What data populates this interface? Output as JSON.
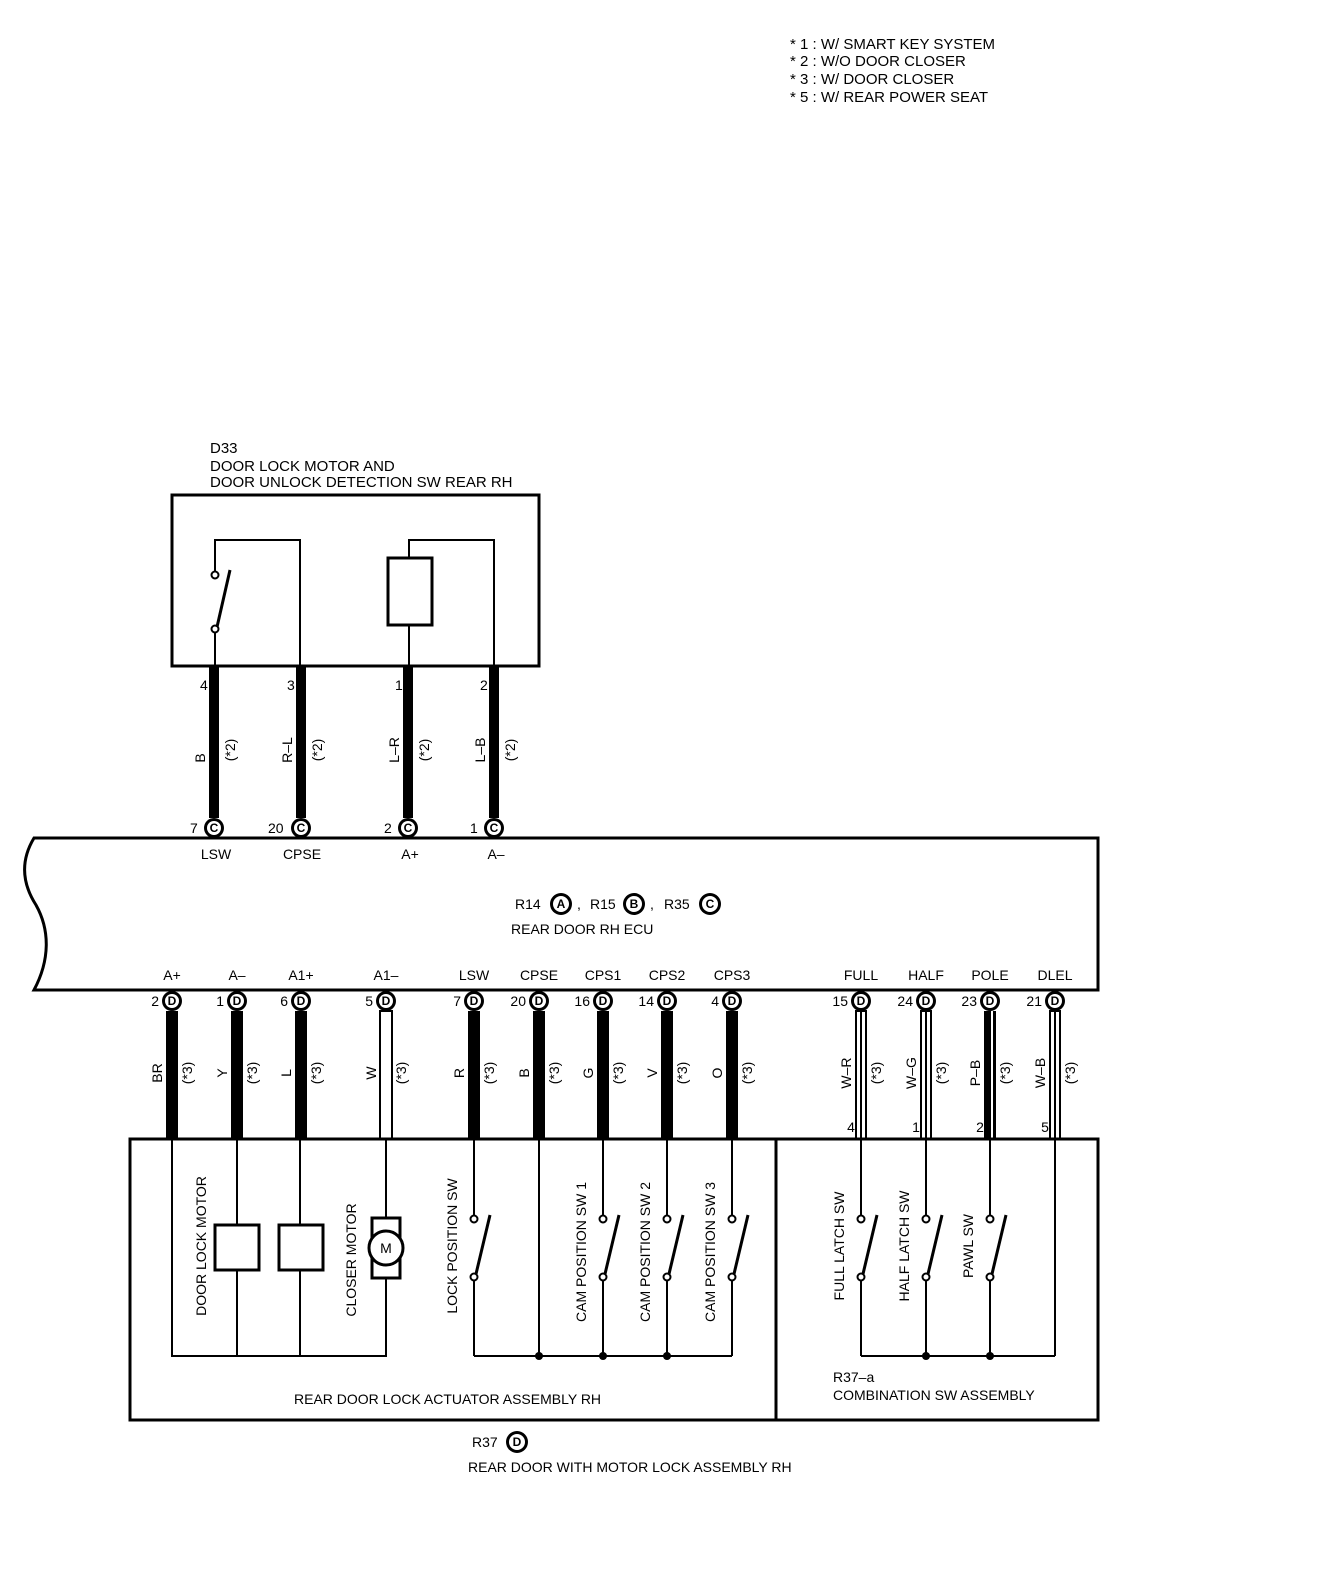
{
  "notes": [
    "* 1 : W/ SMART KEY SYSTEM",
    "* 2 : W/O DOOR CLOSER",
    "* 3 : W/ DOOR CLOSER",
    "* 5 : W/ REAR POWER SEAT"
  ],
  "d33": {
    "id": "D33",
    "title1": "DOOR LOCK MOTOR AND",
    "title2": "DOOR UNLOCK DETECTION SW REAR RH",
    "wires": [
      {
        "pin": "4",
        "color": "B",
        "note": "(*2)",
        "ecu_pin": "7",
        "conn": "C",
        "signal": "LSW"
      },
      {
        "pin": "3",
        "color": "R–L",
        "note": "(*2)",
        "ecu_pin": "20",
        "conn": "C",
        "signal": "CPSE"
      },
      {
        "pin": "1",
        "color": "L–R",
        "note": "(*2)",
        "ecu_pin": "2",
        "conn": "C",
        "signal": "A+"
      },
      {
        "pin": "2",
        "color": "L–B",
        "note": "(*2)",
        "ecu_pin": "1",
        "conn": "C",
        "signal": "A–"
      }
    ]
  },
  "ecu": {
    "ref1": "R14",
    "conn1": "A",
    "ref2": "R15",
    "conn2": "B",
    "ref3": "R35",
    "conn3": "C",
    "sep": ",",
    "name": "REAR DOOR RH ECU"
  },
  "bottom_wires": [
    {
      "signal": "A+",
      "ecu_pin": "2",
      "conn": "D",
      "color": "BR",
      "note": "(*3)"
    },
    {
      "signal": "A–",
      "ecu_pin": "1",
      "conn": "D",
      "color": "Y",
      "note": "(*3)"
    },
    {
      "signal": "A1+",
      "ecu_pin": "6",
      "conn": "D",
      "color": "L",
      "note": "(*3)"
    },
    {
      "signal": "A1–",
      "ecu_pin": "5",
      "conn": "D",
      "color": "W",
      "note": "(*3)"
    },
    {
      "signal": "LSW",
      "ecu_pin": "7",
      "conn": "D",
      "color": "R",
      "note": "(*3)"
    },
    {
      "signal": "CPSE",
      "ecu_pin": "20",
      "conn": "D",
      "color": "B",
      "note": "(*3)"
    },
    {
      "signal": "CPS1",
      "ecu_pin": "16",
      "conn": "D",
      "color": "G",
      "note": "(*3)"
    },
    {
      "signal": "CPS2",
      "ecu_pin": "14",
      "conn": "D",
      "color": "V",
      "note": "(*3)"
    },
    {
      "signal": "CPS3",
      "ecu_pin": "4",
      "conn": "D",
      "color": "O",
      "note": "(*3)"
    },
    {
      "signal": "FULL",
      "ecu_pin": "15",
      "conn": "D",
      "color": "W–R",
      "note": "(*3)",
      "pin": "4"
    },
    {
      "signal": "HALF",
      "ecu_pin": "24",
      "conn": "D",
      "color": "W–G",
      "note": "(*3)",
      "pin": "1"
    },
    {
      "signal": "POLE",
      "ecu_pin": "23",
      "conn": "D",
      "color": "P–B",
      "note": "(*3)",
      "pin": "2"
    },
    {
      "signal": "DLEL",
      "ecu_pin": "21",
      "conn": "D",
      "color": "W–B",
      "note": "(*3)",
      "pin": "5"
    }
  ],
  "actuator": {
    "components": [
      "DOOR LOCK MOTOR",
      "CLOSER MOTOR",
      "LOCK POSITION SW",
      "CAM POSITION SW 1",
      "CAM POSITION SW 2",
      "CAM POSITION SW 3"
    ],
    "motor_symbol": "M",
    "name": "REAR DOOR LOCK ACTUATOR ASSEMBLY RH"
  },
  "combo": {
    "components": [
      "FULL LATCH SW",
      "HALF LATCH SW",
      "PAWL SW"
    ],
    "id": "R37–a",
    "name": "COMBINATION SW ASSEMBLY"
  },
  "assembly": {
    "ref": "R37",
    "conn": "D",
    "name": "REAR DOOR WITH MOTOR LOCK ASSEMBLY RH"
  },
  "colors": {
    "ink": "#000000",
    "paper": "#ffffff"
  }
}
